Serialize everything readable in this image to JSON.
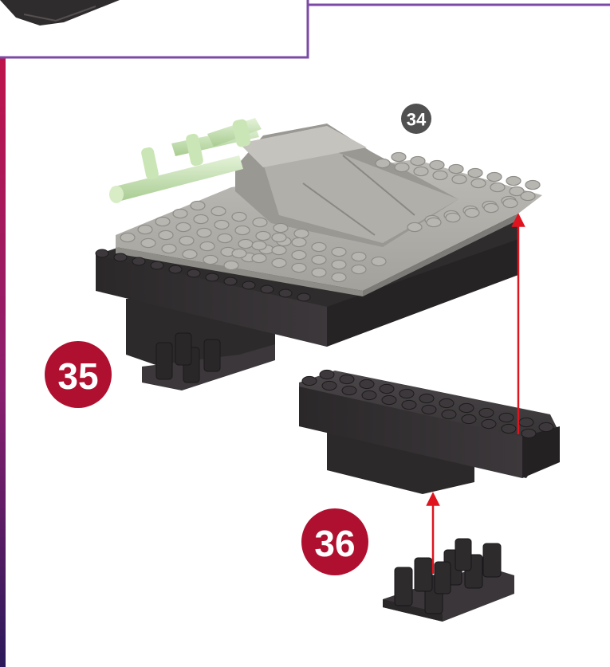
{
  "steps": {
    "top_step": "34",
    "left_step": "35",
    "bottom_step": "36"
  },
  "colors": {
    "panel_border": "#7b4aa6",
    "left_edge_top": "#c0144a",
    "left_edge_bottom": "#3a1a66",
    "step_badge_red": "#b01030",
    "step_badge_gray": "#505050",
    "brick_dark": "#2f2c2e",
    "plate_gray": "#a8a6a1",
    "accessory_green": "#c9e3b5",
    "arrow_red": "#e0141e"
  }
}
